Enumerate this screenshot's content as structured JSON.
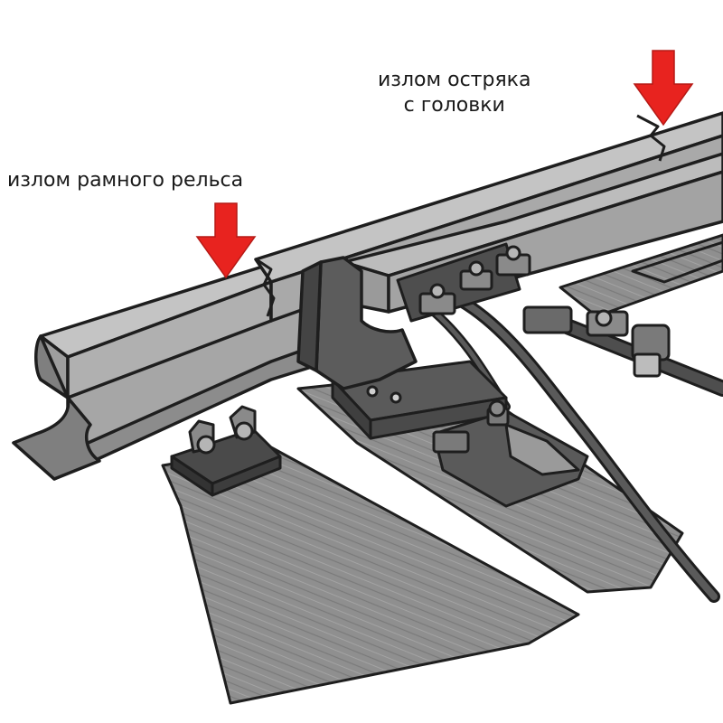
{
  "labels": {
    "frame_rail_break": "излом рамного рельса",
    "switch_point_break_line1": "излом остряка",
    "switch_point_break_line2": "с головки"
  },
  "colors": {
    "arrow": "#e8231f",
    "rail_light": "#bdbdbd",
    "rail_mid": "#9a9a9a",
    "rail_dark": "#6e6e6e",
    "plate_dark": "#4a4a4a",
    "sleeper": "#8e8e8e",
    "outline": "#1e1e1e"
  },
  "icons": {
    "frame_arrow": "arrow-down-icon",
    "point_arrow": "arrow-down-icon"
  }
}
